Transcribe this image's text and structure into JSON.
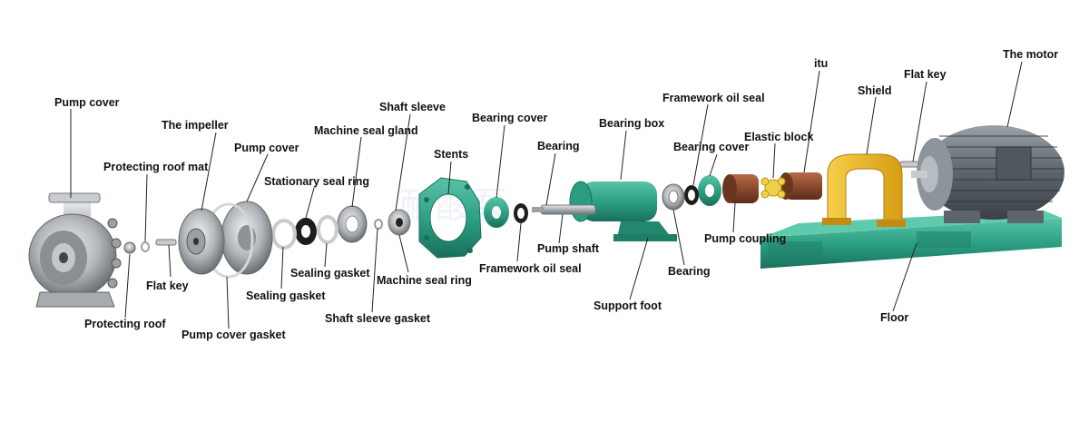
{
  "labels": {
    "pump_cover_1": "Pump cover",
    "protecting_roof_mat": "Protecting roof mat",
    "the_impeller": "The impeller",
    "pump_cover_2": "Pump cover",
    "stationary_seal_ring": "Stationary seal ring",
    "machine_seal_gland": "Machine seal gland",
    "shaft_sleeve": "Shaft sleeve",
    "stents": "Stents",
    "bearing_cover_1": "Bearing cover",
    "bearing_1": "Bearing",
    "bearing_box": "Bearing box",
    "framework_oil_seal_1": "Framework oil seal",
    "bearing_cover_2": "Bearing cover",
    "elastic_block": "Elastic block",
    "itu": "itu",
    "shield": "Shield",
    "flat_key_2": "Flat key",
    "the_motor": "The motor",
    "flat_key_1": "Flat key",
    "protecting_roof": "Protecting roof",
    "pump_cover_gasket": "Pump cover gasket",
    "sealing_gasket_1": "Sealing gasket",
    "sealing_gasket_2": "Sealing gasket",
    "shaft_sleeve_gasket": "Shaft sleeve gasket",
    "machine_seal_ring": "Machine seal ring",
    "framework_oil_seal_2": "Framework oil seal",
    "pump_shaft": "Pump shaft",
    "support_foot": "Support foot",
    "bearing_2": "Bearing",
    "pump_coupling": "Pump coupling",
    "floor": "Floor"
  },
  "colors": {
    "green": "#2a9c80",
    "steel": "#b8bcc0",
    "brown": "#8a4a2e",
    "yellow": "#e8b020",
    "motor": "#6a7178"
  }
}
